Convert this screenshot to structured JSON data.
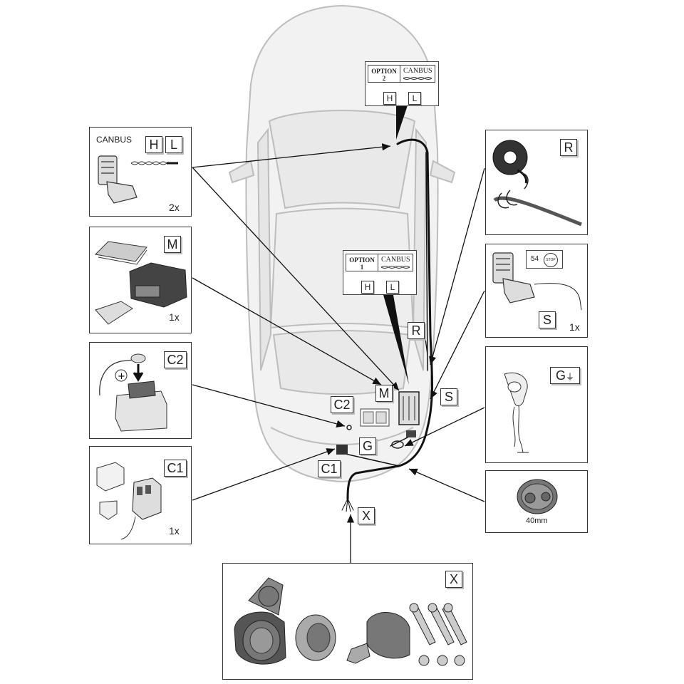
{
  "canbus_panel": {
    "title": "CANBUS",
    "tag_h": "H",
    "tag_l": "L",
    "qty": "2x"
  },
  "module_panel": {
    "tag": "M",
    "qty": "1x"
  },
  "battery_panel": {
    "tag": "C2"
  },
  "fuse_panel": {
    "tag": "C1",
    "qty": "1x"
  },
  "tape_panel": {
    "tag": "R"
  },
  "splice_panel": {
    "tag": "S",
    "qty": "1x",
    "stop_text": "54",
    "stop_icon": "STOP"
  },
  "ground_panel": {
    "tag": "G"
  },
  "grommet_panel": {
    "caption": "40mm"
  },
  "socket_panel": {
    "tag": "X"
  },
  "option2": {
    "option_label": "OPTION",
    "option_num": "2",
    "canbus_label": "CANBUS",
    "tag_h": "H",
    "tag_l": "L"
  },
  "option1": {
    "option_label": "OPTION",
    "option_num": "1",
    "canbus_label": "CANBUS",
    "tag_h": "H",
    "tag_l": "L"
  },
  "car_tags": {
    "r": "R",
    "m": "M",
    "s": "S",
    "c2": "C2",
    "g": "G",
    "c1": "C1",
    "x": "X"
  }
}
